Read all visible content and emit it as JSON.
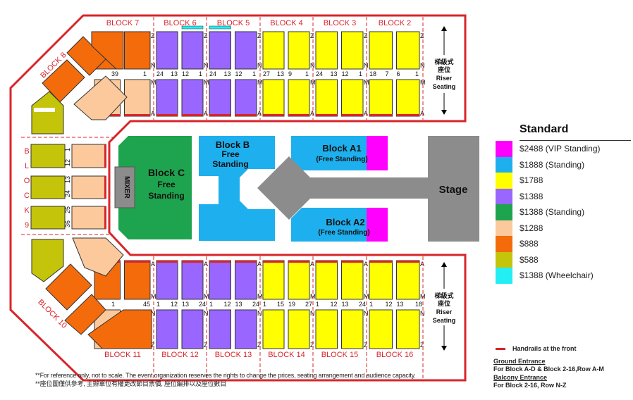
{
  "colors": {
    "vip_standing": "#ff00ff",
    "standing_1888": "#1eb0ee",
    "p1788": "#ffff00",
    "p1388": "#9966ff",
    "standing_1388": "#1ea34e",
    "p1288": "#fcc99c",
    "p888": "#f46b0c",
    "p588": "#c4c40a",
    "wheelchair": "#22eef4",
    "rail": "#d8252a",
    "stage": "#8c8c8c"
  },
  "blocks": {
    "top": [
      "BLOCK 7",
      "BLOCK 6",
      "BLOCK 5",
      "BLOCK 4",
      "BLOCK 3",
      "BLOCK 2"
    ],
    "bottom": [
      "BLOCK 11",
      "BLOCK 12",
      "BLOCK 13",
      "BLOCK 14",
      "BLOCK 15",
      "BLOCK 16"
    ],
    "block8": "BLOCK 8",
    "block9": [
      "B",
      "L",
      "O",
      "C",
      "K",
      "9"
    ],
    "block10": "BLOCK 10"
  },
  "seat_numbers": {
    "top": [
      [
        "39",
        "1"
      ],
      [
        "24",
        "13",
        "12",
        "1"
      ],
      [
        "24",
        "13",
        "12",
        "1"
      ],
      [
        "27",
        "13",
        "9",
        "1"
      ],
      [
        "24",
        "13",
        "12",
        "1"
      ],
      [
        "18",
        "7",
        "6",
        "1"
      ]
    ],
    "bottom": [
      [
        "1",
        "45"
      ],
      [
        "1",
        "12",
        "13",
        "24"
      ],
      [
        "1",
        "12",
        "13",
        "24"
      ],
      [
        "1",
        "15",
        "19",
        "27"
      ],
      [
        "1",
        "12",
        "13",
        "24"
      ],
      [
        "1",
        "12",
        "13",
        "18"
      ]
    ],
    "block9": [
      "1",
      "12",
      "13",
      "24",
      "25",
      "36"
    ]
  },
  "row_letters": {
    "first": "A",
    "mid_low": "M",
    "mid_high": "N",
    "last": "Z"
  },
  "riser": {
    "zh_line1": "梯級式",
    "zh_line2": "座位",
    "en_line1": "Riser",
    "en_line2": "Seating"
  },
  "floor": {
    "block_c": [
      "Block C",
      "Free",
      "Standing"
    ],
    "mixer": "MIXER",
    "block_b": [
      "Block B",
      "Free",
      "Standing"
    ],
    "block_a1": [
      "Block A1",
      "(Free Standing)"
    ],
    "block_a2": [
      "Block A2",
      "(Free Standing)"
    ],
    "stage": "Stage"
  },
  "legend": {
    "title": "Standard",
    "items": [
      {
        "label": "$2488 (VIP Standing)",
        "color": "#ff00ff"
      },
      {
        "label": "$1888 (Standing)",
        "color": "#1eb0ee"
      },
      {
        "label": "$1788",
        "color": "#ffff00"
      },
      {
        "label": "$1388",
        "color": "#9966ff"
      },
      {
        "label": "$1388 (Standing)",
        "color": "#1ea34e"
      },
      {
        "label": "$1288",
        "color": "#fcc99c"
      },
      {
        "label": "$888",
        "color": "#f46b0c"
      },
      {
        "label": "$588",
        "color": "#c4c40a"
      },
      {
        "label": "$1388 (Wheelchair)",
        "color": "#22eef4"
      }
    ]
  },
  "notes": {
    "handrails": "Handrails at the front",
    "ground_title": "Ground Entrance",
    "ground_text": "For Block A-D & Block 2-16,Row A-M",
    "balcony_title": "Balcony Entrance",
    "balcony_text": "For Block 2-16, Row N-Z"
  },
  "footer": {
    "en": "**For reference only, not to scale. The event organization reserves the rights to change the prices, seating arrangement and audience capacity.",
    "zh": "**座位圖僅供參考, 主辦單位有權更改節目票價, 座位編排以及座位數目"
  }
}
